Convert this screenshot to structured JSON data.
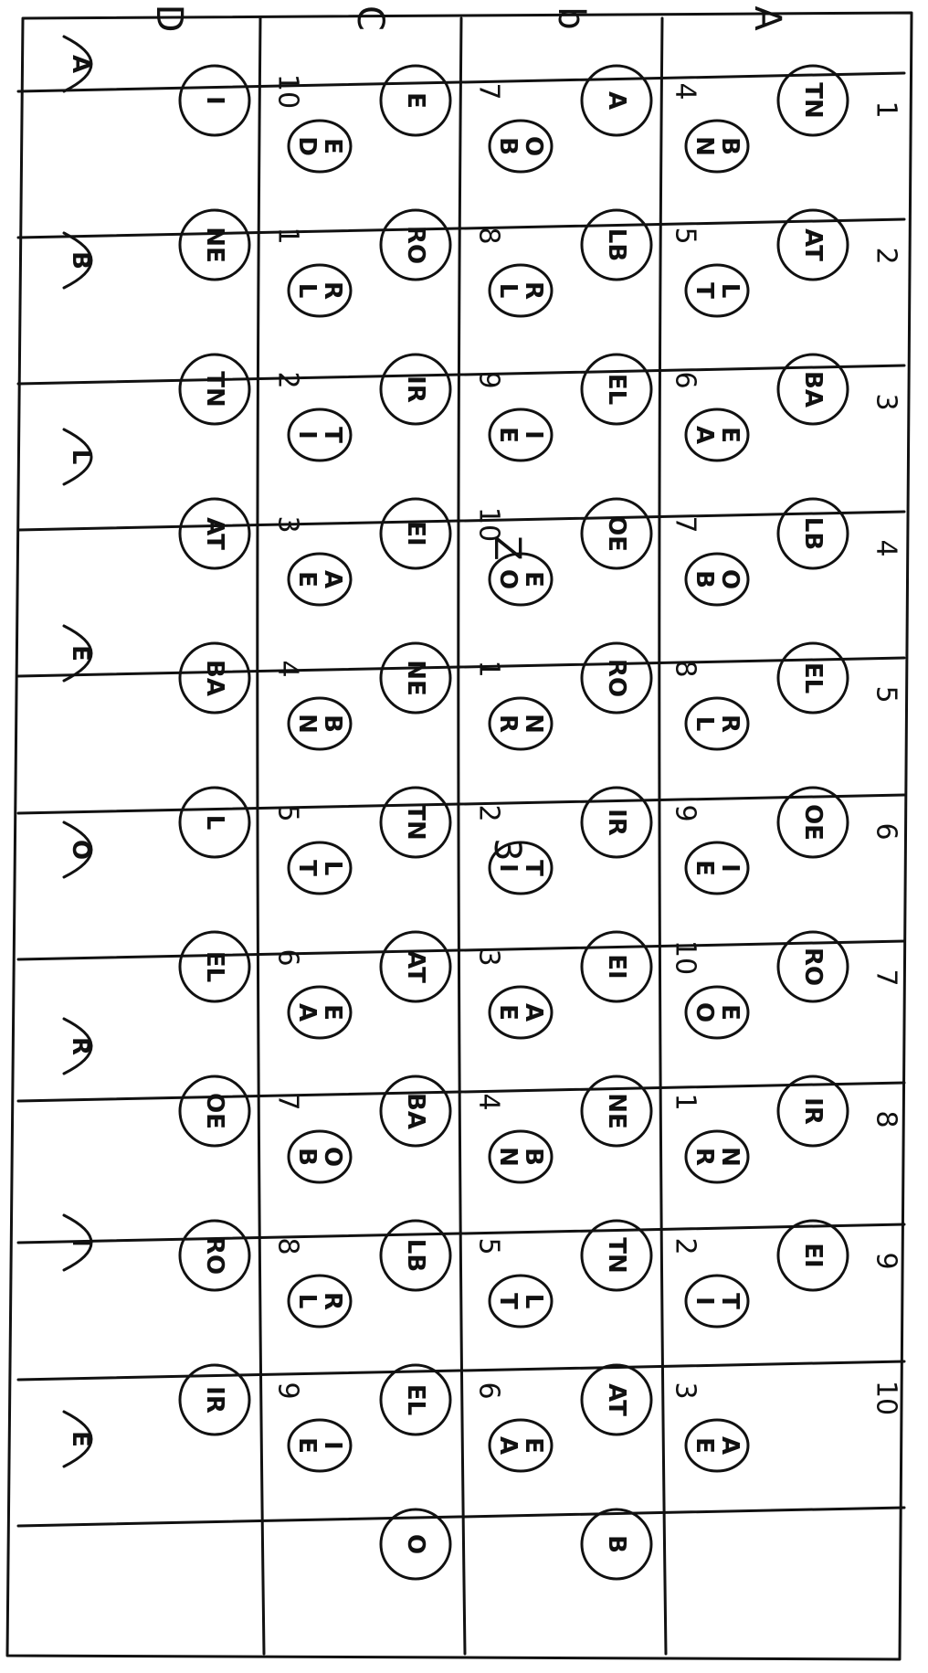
{
  "sheet": {
    "row_labels": [
      "A",
      "b",
      "C",
      "D"
    ],
    "bands": [
      {
        "row": "A",
        "column_numbers": [
          "1",
          "2",
          "3",
          "4",
          "5",
          "6",
          "7",
          "8",
          "9",
          "10"
        ],
        "circles": [
          "TN",
          "AT",
          "BA",
          "LB",
          "EL",
          "OE",
          "RO",
          "IR",
          "EI"
        ],
        "stacked_circles": [
          [
            "B",
            "N"
          ],
          [
            "L",
            "T"
          ],
          [
            "E",
            "A"
          ],
          [
            "O",
            "B"
          ],
          [
            "R",
            "L"
          ],
          [
            "I",
            "E"
          ],
          [
            "E",
            "O"
          ],
          [
            "N",
            "R"
          ],
          [
            "T",
            "I"
          ],
          [
            "A",
            "E"
          ]
        ],
        "stacked_numbers": [
          "4",
          "5",
          "6",
          "7",
          "8",
          "9",
          "10",
          "1",
          "2",
          "3"
        ]
      },
      {
        "row": "b",
        "circles": [
          "A",
          "LB",
          "EL",
          "OE",
          "RO",
          "IR",
          "EI",
          "NE",
          "TN",
          "AT",
          "B"
        ],
        "stacked_circles": [
          [
            "O",
            "B"
          ],
          [
            "R",
            "L"
          ],
          [
            "I",
            "E"
          ],
          [
            "E",
            "O"
          ],
          [
            "N",
            "R"
          ],
          [
            "T",
            "I"
          ],
          [
            "A",
            "E"
          ],
          [
            "B",
            "N"
          ],
          [
            "L",
            "T"
          ],
          [
            "E",
            "A"
          ]
        ],
        "stacked_numbers": [
          "7",
          "8",
          "9",
          "10",
          "1",
          "2",
          "3",
          "4",
          "5",
          "6"
        ],
        "extra_marks": [
          "Z",
          "3"
        ]
      },
      {
        "row": "C",
        "circles": [
          "E",
          "RO",
          "IR",
          "EI",
          "NE",
          "TN",
          "AT",
          "BA",
          "LB",
          "EL",
          "O"
        ],
        "stacked_circles": [
          [
            "E",
            "D"
          ],
          [
            "R",
            "L"
          ],
          [
            "T",
            "I"
          ],
          [
            "A",
            "E"
          ],
          [
            "B",
            "N"
          ],
          [
            "L",
            "T"
          ],
          [
            "E",
            "A"
          ],
          [
            "O",
            "B"
          ],
          [
            "R",
            "L"
          ],
          [
            "I",
            "E"
          ]
        ],
        "stacked_numbers": [
          "10",
          "1",
          "2",
          "3",
          "4",
          "5",
          "6",
          "7",
          "8",
          "9"
        ]
      },
      {
        "row": "D",
        "circles": [
          "I",
          "NE",
          "TN",
          "AT",
          "BA",
          "L",
          "EL",
          "OE",
          "RO",
          "IR"
        ],
        "edge_marks": [
          "A",
          "B",
          "L",
          "E",
          "O",
          "R",
          "I",
          "E"
        ]
      }
    ]
  }
}
